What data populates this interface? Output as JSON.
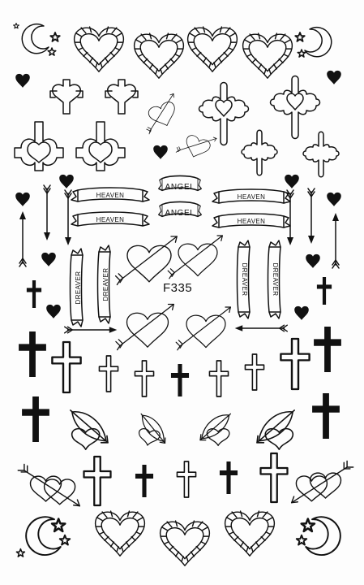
{
  "sheet": {
    "product_code": "F335",
    "banner_words": {
      "heaven": "HEAVEN",
      "angel": "ANGEL",
      "dreaver": "DREAVER"
    },
    "background_color": "#fdfdfd",
    "ink_color": "#111111"
  }
}
